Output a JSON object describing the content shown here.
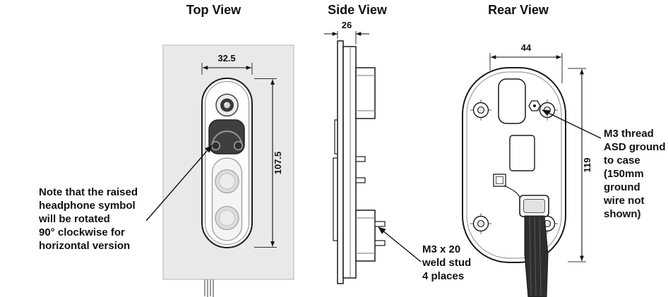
{
  "diagram": {
    "titles": {
      "top": "Top View",
      "side": "Side View",
      "rear": "Rear View"
    },
    "dimensions": {
      "top_width": "32.5",
      "top_height": "107.5",
      "side_depth": "26",
      "rear_width": "44",
      "rear_height": "119"
    },
    "notes": {
      "headphone": {
        "lines": [
          "Note that the raised",
          "headphone symbol",
          "will be rotated",
          "90° clockwise for",
          "horizontal version"
        ]
      },
      "weld_stud": {
        "lines": [
          "M3 x 20",
          "weld stud",
          "4 places"
        ]
      },
      "ground": {
        "lines": [
          "M3 thread",
          "ASD ground",
          "to case",
          "(150mm",
          "ground",
          "wire not",
          "shown)"
        ]
      }
    },
    "colors": {
      "panel_gray": "#e9e9e9",
      "module_dark": "#3f3f3f",
      "cable_dark": "#2e2e2e",
      "line": "#1a1a1a"
    }
  }
}
